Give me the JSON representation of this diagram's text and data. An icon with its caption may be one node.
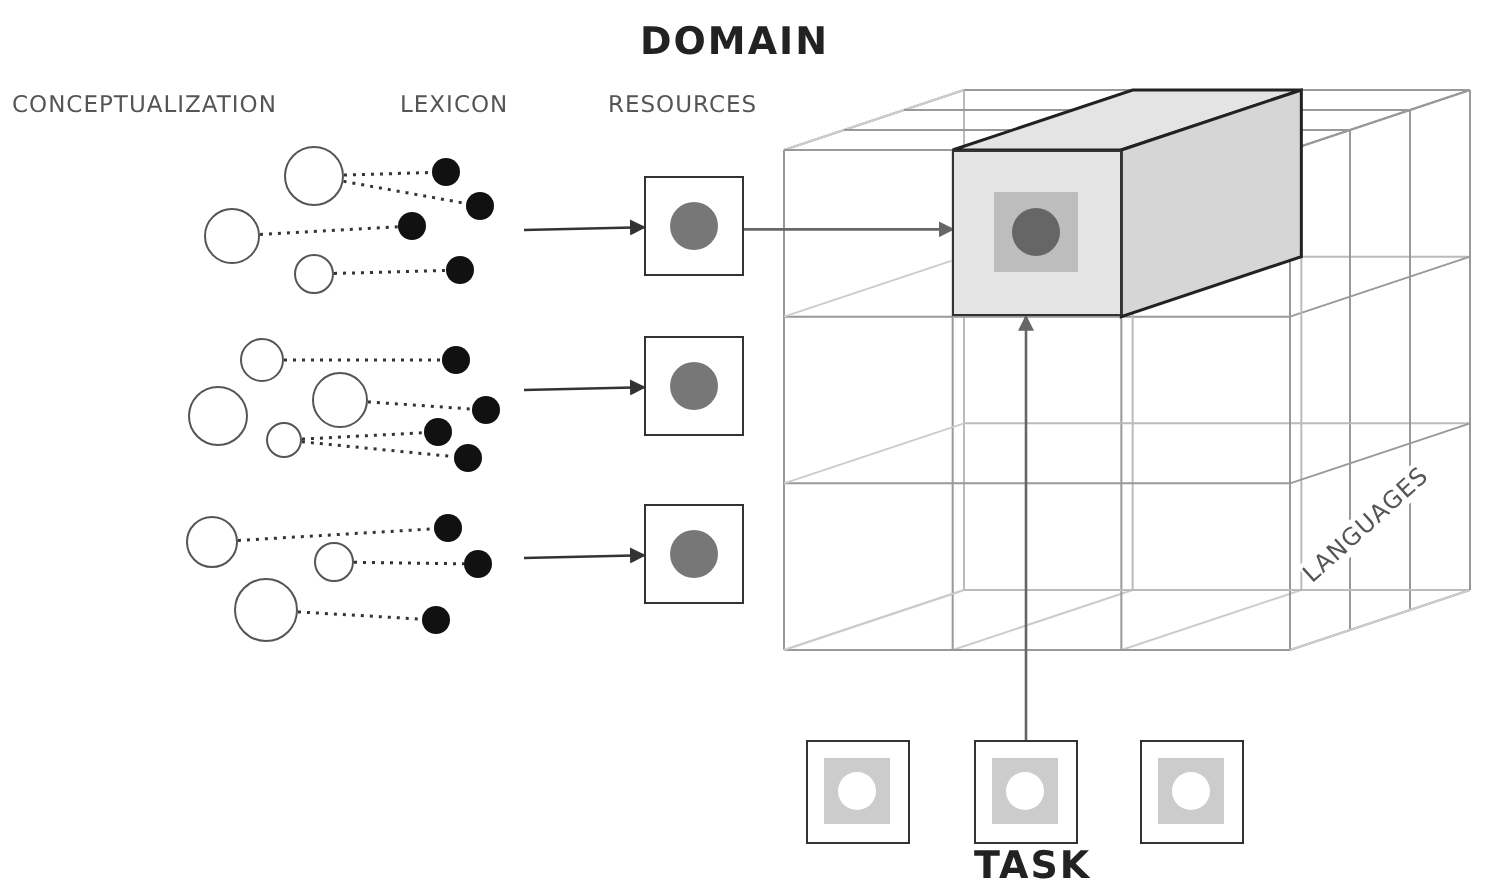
{
  "diagram": {
    "nodes": [
      {
        "text": [],
        "shape": "circle"
      },
      {
        "text": [],
        "shape": "circle"
      },
      {
        "text": [],
        "shape": "circle"
      },
      {
        "text": [],
        "shape": "circle"
      },
      {
        "text": [],
        "shape": "circle"
      },
      {
        "text": [],
        "shape": "circle"
      },
      {
        "text": [],
        "shape": "circle"
      },
      {
        "text": [],
        "shape": "circle"
      },
      {
        "text": [],
        "shape": "circle"
      },
      {
        "text": [],
        "shape": "circle"
      },
      {
        "text": [],
        "shape": "circle"
      },
      {
        "text": [],
        "shape": "circle"
      },
      {
        "text": [],
        "shape": "circle"
      },
      {
        "text": [],
        "shape": "circle"
      },
      {
        "text": [],
        "shape": "circle"
      },
      {
        "text": [],
        "shape": "circle"
      },
      {
        "text": [],
        "shape": "circle"
      },
      {
        "text": [],
        "shape": "circle"
      },
      {
        "text": [],
        "shape": "circle"
      },
      {
        "text": [],
        "shape": "circle"
      },
      {
        "text": [],
        "shape": "circle"
      },
      {
        "text": [],
        "shape": "box"
      },
      {
        "text": [],
        "shape": "box"
      },
      {
        "text": [],
        "shape": "box"
      },
      {
        "text": [],
        "shape": "box"
      },
      {
        "text": [],
        "shape": "box"
      },
      {
        "text": [],
        "shape": "box"
      },
      {
        "text": [],
        "shape": "box"
      }
    ],
    "edges": [
      {
        "from": 0,
        "to": 3,
        "arrow": "none",
        "style": "dashed"
      },
      {
        "from": 0,
        "to": 4,
        "arrow": "none",
        "style": "dashed"
      },
      {
        "from": 1,
        "to": 5,
        "arrow": "none",
        "style": "dashed"
      },
      {
        "from": 2,
        "to": 6,
        "arrow": "none",
        "style": "dashed"
      },
      {
        "from": 7,
        "to": 11,
        "arrow": "none",
        "style": "dashed"
      },
      {
        "from": 9,
        "to": 12,
        "arrow": "none",
        "style": "dashed"
      },
      {
        "from": 10,
        "to": 13,
        "arrow": "none",
        "style": "dashed"
      },
      {
        "from": 10,
        "to": 14,
        "arrow": "none",
        "style": "dashed"
      },
      {
        "from": 15,
        "to": 18,
        "arrow": "none",
        "style": "dashed"
      },
      {
        "from": 16,
        "to": 19,
        "arrow": "none",
        "style": "dashed"
      },
      {
        "from": 17,
        "to": 20,
        "arrow": "none",
        "style": "dashed"
      },
      {
        "from": null,
        "to": 21,
        "arrow": "to"
      },
      {
        "from": null,
        "to": 22,
        "arrow": "to"
      },
      {
        "from": null,
        "to": 23,
        "arrow": "to"
      },
      {
        "from": 21,
        "to": 24,
        "arrow": "to",
        "color": "#666666"
      },
      {
        "from": 26,
        "to": 24,
        "arrow": "to",
        "color": "#666666"
      }
    ],
    "labels": [
      "DOMAIN",
      "CONCEPTUALIZATION",
      "LEXICON",
      "RESOURCES",
      "LANGUAGES",
      "TASK"
    ]
  }
}
